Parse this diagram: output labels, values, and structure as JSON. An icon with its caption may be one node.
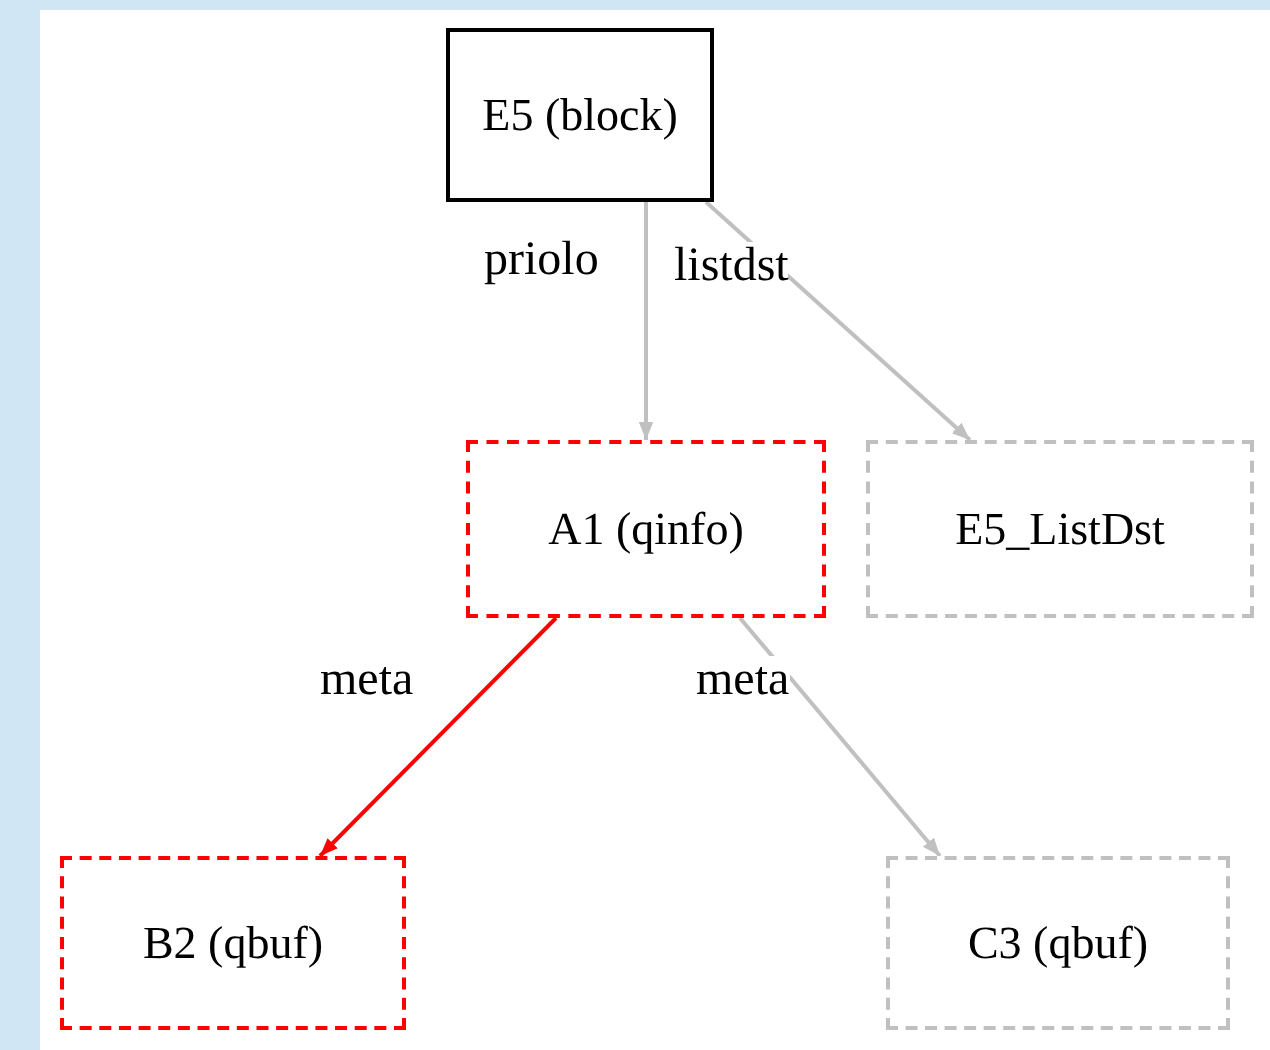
{
  "diagram": {
    "nodes": [
      {
        "text": [
          "E5 (block)"
        ]
      },
      {
        "text": [
          "A1 (qinfo)"
        ]
      },
      {
        "text": [
          "E5_ListDst"
        ]
      },
      {
        "text": [
          "B2 (qbuf)"
        ]
      },
      {
        "text": [
          "C3 (qbuf)"
        ]
      }
    ],
    "edges": [
      {
        "from": 0,
        "to": 1,
        "arrow": "to",
        "label": "priolo"
      },
      {
        "from": 0,
        "to": 2,
        "arrow": "to",
        "label": "listdst"
      },
      {
        "from": 1,
        "to": 3,
        "arrow": "to",
        "label": "meta",
        "color": "#ff0000"
      },
      {
        "from": 1,
        "to": 4,
        "arrow": "to",
        "label": "meta"
      }
    ]
  }
}
